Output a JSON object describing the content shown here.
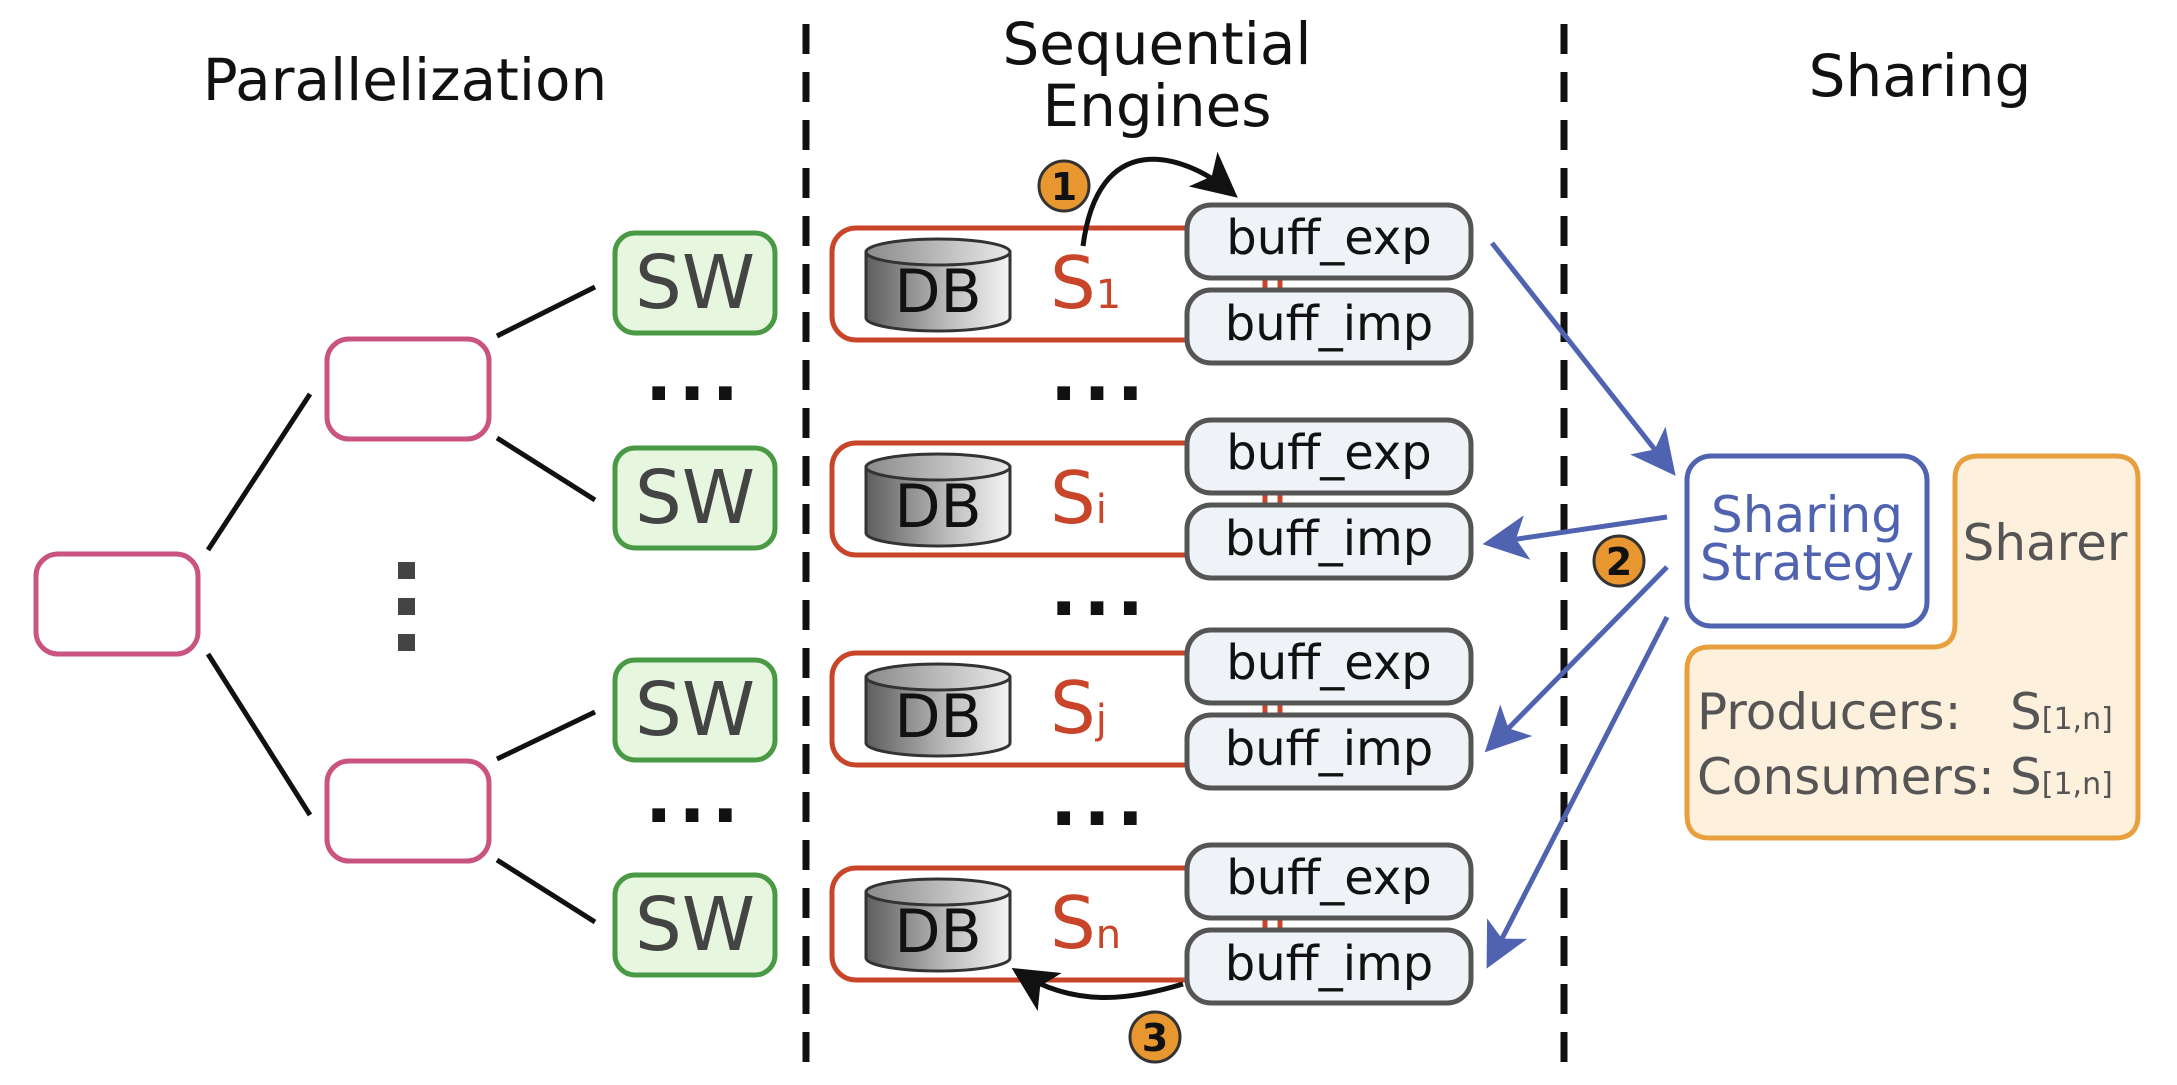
{
  "sections": {
    "parallelization": "Parallelization",
    "sequential_line1": "Sequential",
    "sequential_line2": "Engines",
    "sharing": "Sharing"
  },
  "workers": [
    "SW",
    "SW",
    "SW",
    "SW"
  ],
  "engines": [
    {
      "db": "DB",
      "s": "S",
      "sub": "1",
      "exp": "buff_exp",
      "imp": "buff_imp"
    },
    {
      "db": "DB",
      "s": "S",
      "sub": "i",
      "exp": "buff_exp",
      "imp": "buff_imp"
    },
    {
      "db": "DB",
      "s": "S",
      "sub": "j",
      "exp": "buff_exp",
      "imp": "buff_imp"
    },
    {
      "db": "DB",
      "s": "S",
      "sub": "n",
      "exp": "buff_exp",
      "imp": "buff_imp"
    }
  ],
  "ellipsis_h": "...",
  "sharing_strategy": {
    "line1": "Sharing",
    "line2": "Strategy"
  },
  "sharer": {
    "label": "Sharer",
    "producers_label": "Producers:",
    "producers_value": "S",
    "producers_range": "[1,n]",
    "consumers_label": "Consumers:",
    "consumers_value": "S",
    "consumers_range": "[1,n]"
  },
  "steps": [
    "1",
    "2",
    "3"
  ],
  "colors": {
    "tree": "#c9547f",
    "worker_border": "#4a9a45",
    "worker_fill": "#e6f6df",
    "engine": "#c8452a",
    "buffer_border": "#555555",
    "buffer_fill": "#eff3f8",
    "strategy": "#4f63b0",
    "sharer_border": "#e8a03e",
    "sharer_fill": "#fdf0dc",
    "badge": "#e8962f"
  }
}
